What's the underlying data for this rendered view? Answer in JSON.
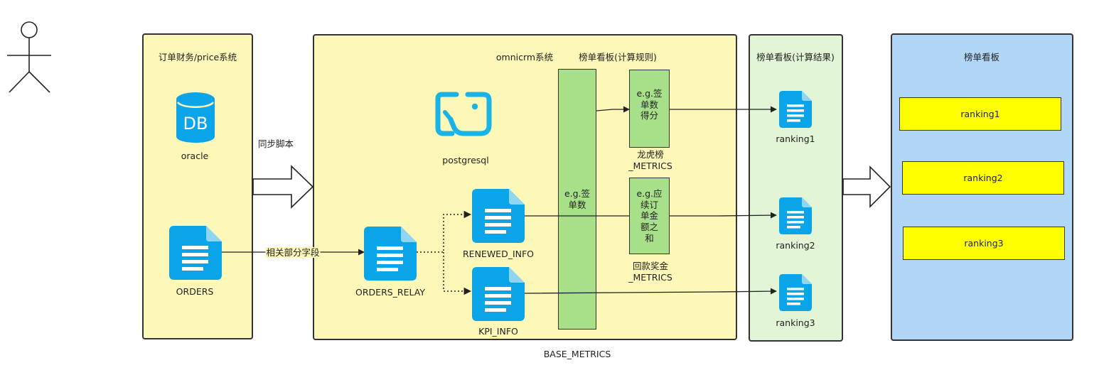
{
  "panels": {
    "order_finance": "订单财务/price系统",
    "omnicrm": "omnicrm系统",
    "rules": "榜单看板(计算规则)",
    "results": "榜单看板(计算结果)",
    "dashboard": "榜单看板"
  },
  "nodes": {
    "db_icon_text": "DB",
    "oracle": "oracle",
    "orders": "ORDERS",
    "sync_script": "同步脚本",
    "related_fields": "相关部分字段",
    "postgresql": "postgresql",
    "orders_relay": "ORDERS_RELAY",
    "renewed_info": "RENEWED_INFO",
    "kpi_info": "KPI_INFO",
    "base_metrics": "BASE_METRICS"
  },
  "rules": {
    "base_box": "e.g.签单数",
    "rule1_box": "e.g.签单数得分",
    "rule1_name": "龙虎榜_METRICS",
    "rule2_box": "e.g.应续订单金额之和",
    "rule2_name": "回款奖金_METRICS"
  },
  "results": {
    "r1": "ranking1",
    "r2": "ranking2",
    "r3": "ranking3"
  },
  "dashboard": {
    "r1": "ranking1",
    "r2": "ranking2",
    "r3": "ranking3"
  },
  "colors": {
    "yellow_panel": "#fdf8b8",
    "green_panel": "#e2f5d6",
    "blue_panel": "#b2d6f7",
    "green_box": "#a8e08a",
    "icon_blue": "#0aa5e8",
    "ranking_fill": "#ffff00"
  }
}
